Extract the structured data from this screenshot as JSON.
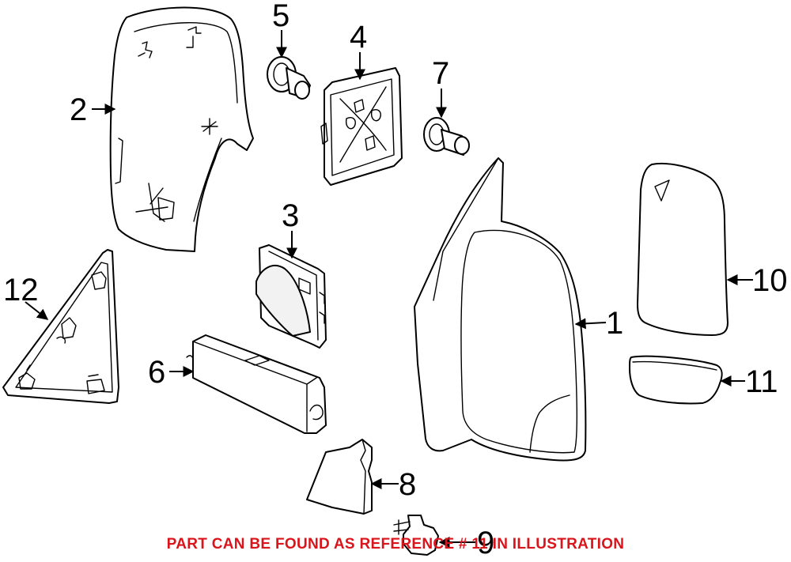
{
  "callouts": [
    {
      "id": "1",
      "label": "1"
    },
    {
      "id": "2",
      "label": "2"
    },
    {
      "id": "3",
      "label": "3"
    },
    {
      "id": "4",
      "label": "4"
    },
    {
      "id": "5",
      "label": "5"
    },
    {
      "id": "6",
      "label": "6"
    },
    {
      "id": "7",
      "label": "7"
    },
    {
      "id": "8",
      "label": "8"
    },
    {
      "id": "9",
      "label": "9"
    },
    {
      "id": "10",
      "label": "10"
    },
    {
      "id": "11",
      "label": "11"
    },
    {
      "id": "12",
      "label": "12"
    }
  ],
  "footnote": {
    "text": "PART CAN BE FOUND AS REFERENCE # 11 IN ILLUSTRATION",
    "color": "#d9151b"
  },
  "colors": {
    "line": "#000000",
    "background": "#ffffff"
  }
}
